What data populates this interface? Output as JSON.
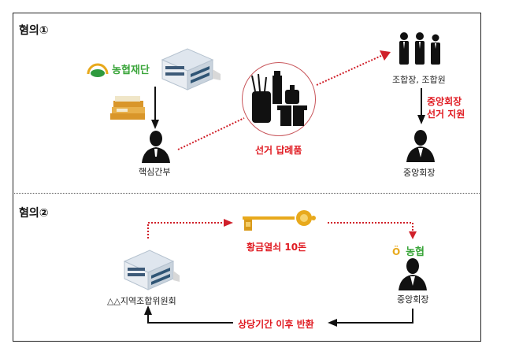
{
  "section1": {
    "label": "혐의①",
    "foundation_name": "농협재단",
    "official_label": "핵심간부",
    "gifts_label": "선거 답례품",
    "members_label": "조합장, 조합원",
    "support_label_line1": "중앙회장",
    "support_label_line2": "선거 지원",
    "chairman_label": "중앙회장"
  },
  "section2": {
    "label": "혐의②",
    "committee_label": "△△지역조합위원회",
    "key_label": "황금열쇠 10돈",
    "nh_logo_text": "농협",
    "chairman_label": "중앙회장",
    "return_label": "상당기간 이후 반환"
  },
  "colors": {
    "accent_red": "#e01b22",
    "nh_green": "#3aa53a",
    "gold": "#e8a91c"
  }
}
